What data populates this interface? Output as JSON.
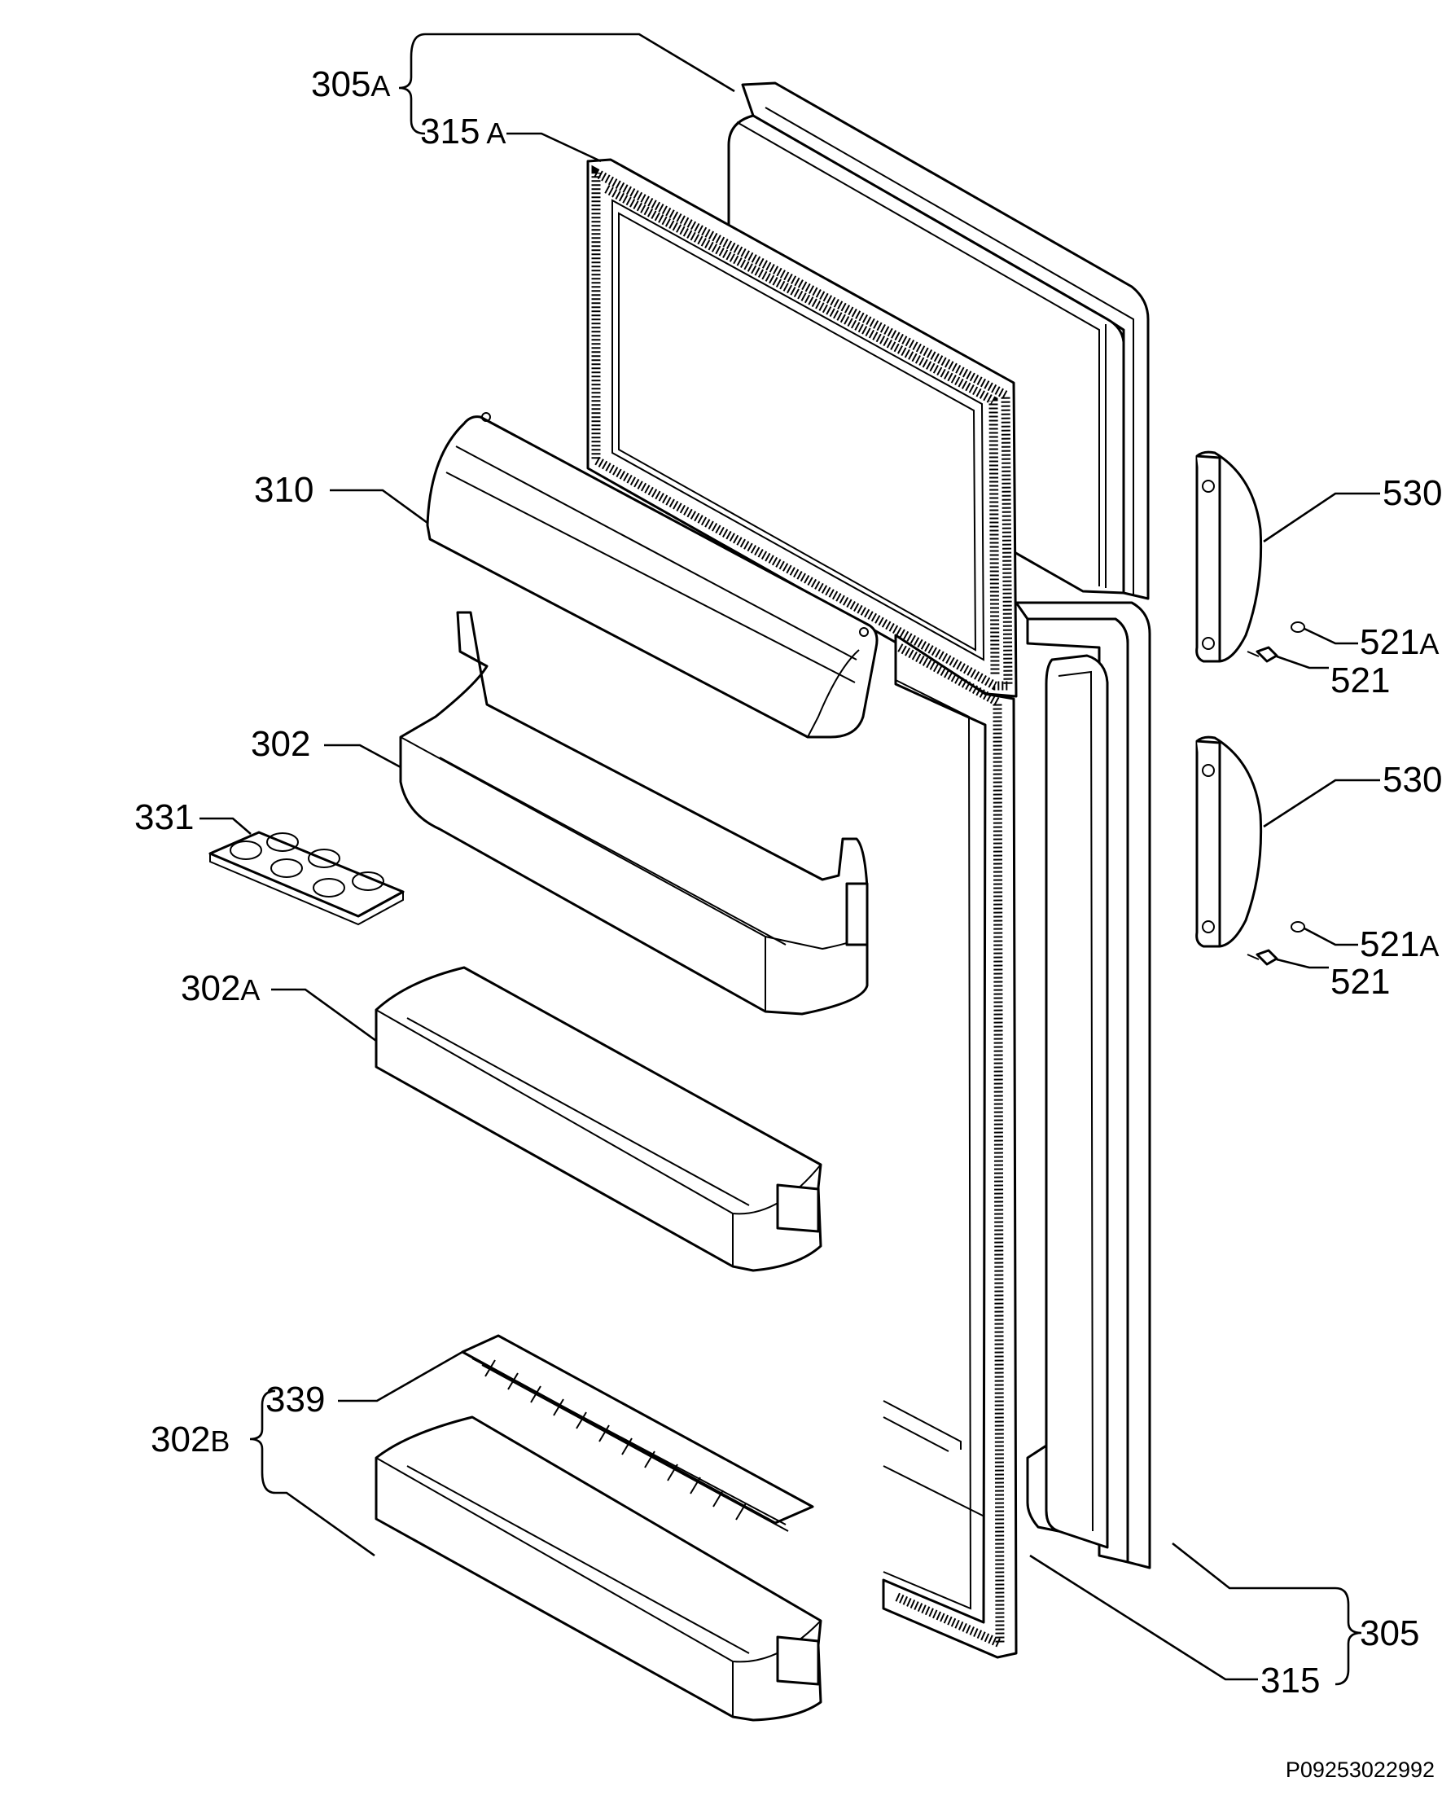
{
  "diagram": {
    "title": "",
    "document_code": "P09253022992",
    "labels": {
      "upper_door_group": {
        "num": "305",
        "suffix": "A"
      },
      "upper_gasket": {
        "num": "315",
        "suffix": "A"
      },
      "butter_lid": {
        "num": "310",
        "suffix": ""
      },
      "shelf_302": {
        "num": "302",
        "suffix": ""
      },
      "egg_tray": {
        "num": "331",
        "suffix": ""
      },
      "shelf_302a": {
        "num": "302",
        "suffix": "A"
      },
      "bottle_separator": {
        "num": "339",
        "suffix": ""
      },
      "bottle_shelf_group": {
        "num": "302",
        "suffix": "B"
      },
      "handle_top": {
        "num": "530",
        "suffix": ""
      },
      "plug_top": {
        "num": "521",
        "suffix": "A"
      },
      "screw_top": {
        "num": "521",
        "suffix": ""
      },
      "handle_bottom": {
        "num": "530",
        "suffix": ""
      },
      "plug_bottom": {
        "num": "521",
        "suffix": "A"
      },
      "screw_bottom": {
        "num": "521",
        "suffix": ""
      },
      "lower_door_group": {
        "num": "305",
        "suffix": ""
      },
      "lower_gasket": {
        "num": "315",
        "suffix": ""
      }
    }
  }
}
